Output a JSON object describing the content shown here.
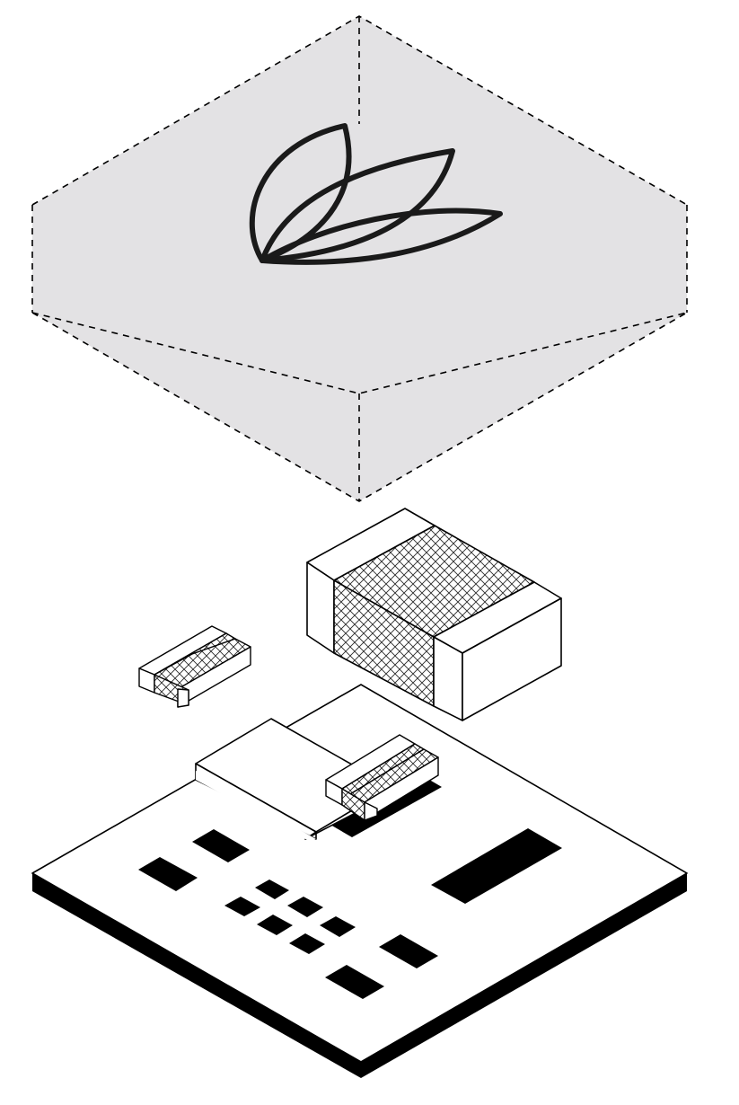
{
  "diagram": {
    "type": "isometric exploded assembly",
    "colors": {
      "housing_fill": "#e3e2e4",
      "outline": "#000000",
      "solid": "#000000",
      "background": "#ffffff",
      "board_top": "#ffffff",
      "board_edge": "#000000",
      "hatch": "#2a2a2a"
    },
    "icons": [
      "leaf-logo-icon"
    ],
    "components": [
      {
        "id": "housing",
        "style": "dashed transparent box"
      },
      {
        "id": "capacitor-large",
        "style": "hatched band with white end caps"
      },
      {
        "id": "capacitor-small",
        "style": "hatched band with white end caps"
      },
      {
        "id": "capacitor-on-board",
        "style": "hatched band with white end caps"
      },
      {
        "id": "chip-block",
        "style": "white raised block"
      },
      {
        "id": "circuit-board",
        "style": "white top, black edge, black pads"
      }
    ],
    "pad_count": 12
  }
}
